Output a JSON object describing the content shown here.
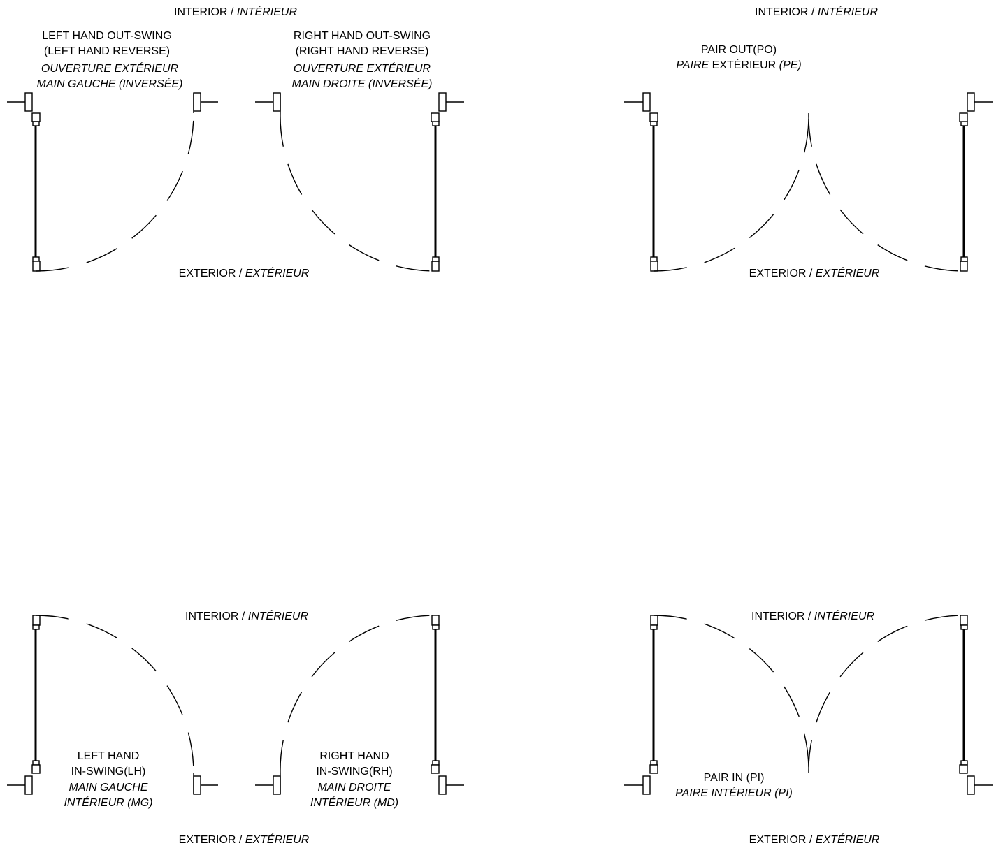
{
  "labels": {
    "interior": "INTERIOR / ",
    "interior_fr": "INTÉRIEUR",
    "exterior": "EXTERIOR / ",
    "exterior_fr": "EXTÉRIEUR"
  },
  "diagrams": {
    "lh_out": {
      "en1": "LEFT HAND OUT-SWING",
      "en2": "(LEFT HAND REVERSE)",
      "fr1": "OUVERTURE EXTÉRIEUR",
      "fr2": "MAIN GAUCHE (INVERSÉE)"
    },
    "rh_out": {
      "en1": "RIGHT HAND OUT-SWING",
      "en2": "(RIGHT HAND REVERSE)",
      "fr1": "OUVERTURE EXTÉRIEUR",
      "fr2": "MAIN DROITE (INVERSÉE)"
    },
    "pair_out": {
      "en1": "PAIR OUT(PO)",
      "fr_a": "PAIRE",
      "fr_b": " EXTÉRIEUR ",
      "fr_c": "(PE)"
    },
    "lh_in": {
      "en1": "LEFT HAND",
      "en2": "IN-SWING(LH)",
      "fr1": "MAIN GAUCHE",
      "fr2": "INTÉRIEUR (MG)"
    },
    "rh_in": {
      "en1": "RIGHT HAND",
      "en2": "IN-SWING(RH)",
      "fr1": "MAIN DROITE",
      "fr2": "INTÉRIEUR (MD)"
    },
    "pair_in": {
      "en1": "PAIR IN (PI)",
      "fr1": "PAIRE INTÉRIEUR (PI)"
    }
  }
}
